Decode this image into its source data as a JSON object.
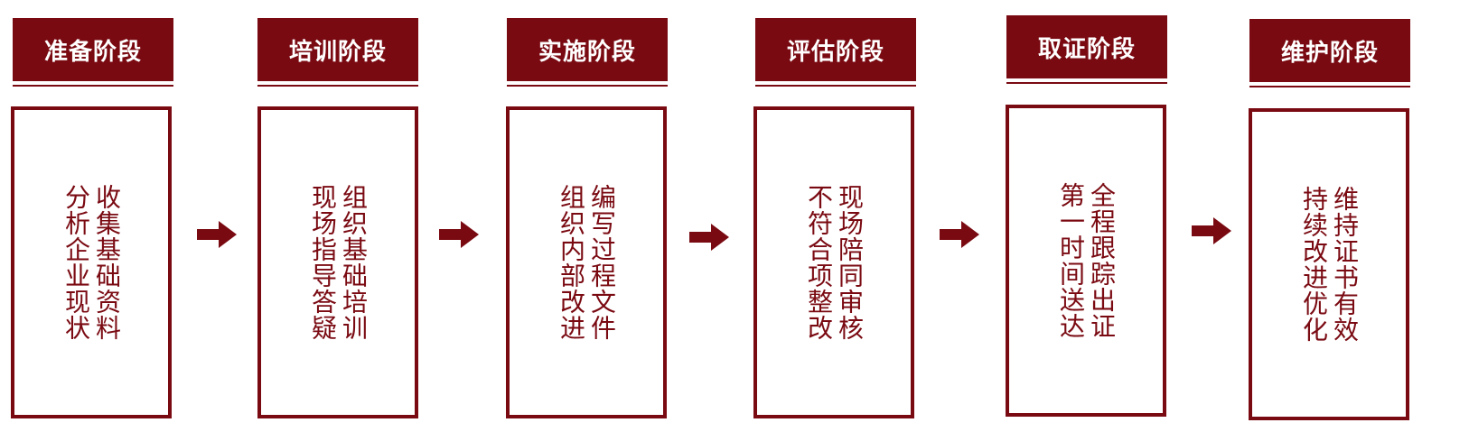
{
  "accent_color": "#7a0a12",
  "stages": [
    {
      "title": "准备阶段",
      "lines": [
        "收集基础资料",
        "分析企业现状"
      ]
    },
    {
      "title": "培训阶段",
      "lines": [
        "组织基础培训",
        "现场指导答疑"
      ]
    },
    {
      "title": "实施阶段",
      "lines": [
        "编写过程文件",
        "组织内部改进"
      ]
    },
    {
      "title": "评估阶段",
      "lines": [
        "现场陪同审核",
        "不符合项整改"
      ]
    },
    {
      "title": "取证阶段",
      "lines": [
        "全程跟踪出证",
        "第一时间送达"
      ]
    },
    {
      "title": "维护阶段",
      "lines": [
        "维持证书有效",
        "持续改进优化"
      ]
    }
  ],
  "arrow_icon": "right-arrow-icon"
}
